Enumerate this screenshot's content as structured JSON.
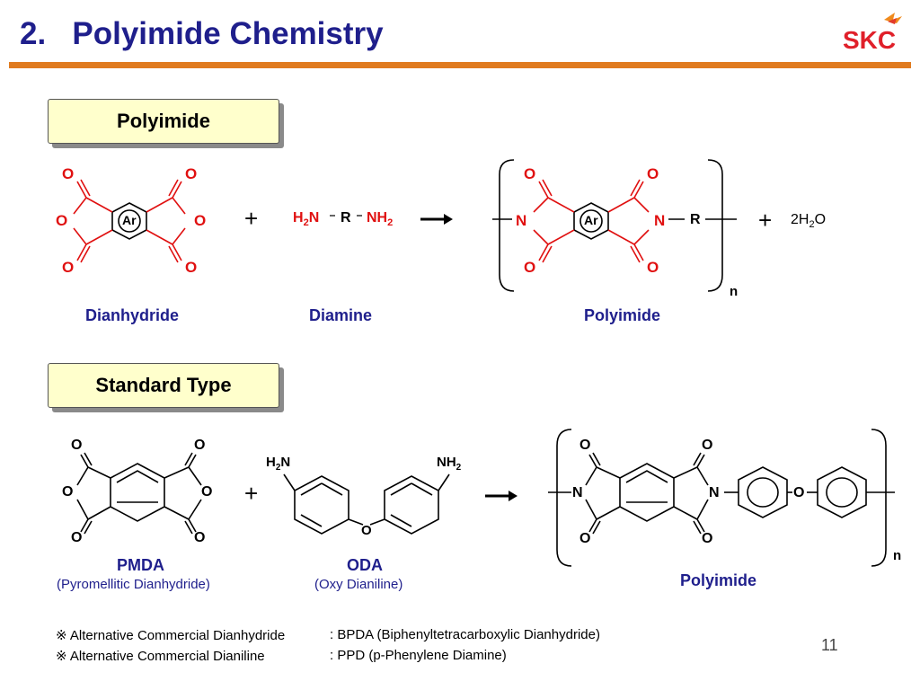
{
  "header": {
    "number": "2.",
    "title": "Polyimide Chemistry",
    "logo_text": "SKC",
    "accent_color": "#e07b1f",
    "title_color": "#1f1f8c"
  },
  "section1": {
    "box_label": "Polyimide",
    "reactant1_label": "Dianhydride",
    "reactant2_label": "Diamine",
    "product_label": "Polyimide",
    "plus1": "+",
    "plus2": "+",
    "byproduct": [
      "2H",
      "2",
      "O"
    ],
    "diamine": [
      "H",
      "2",
      "N",
      "R",
      "NH",
      "2"
    ],
    "atoms": {
      "O": "O",
      "N": "N",
      "Ar": "Ar",
      "R": "R",
      "n": "n"
    }
  },
  "section2": {
    "box_label": "Standard Type",
    "reactant1_label": "PMDA",
    "reactant1_sub": "(Pyromellitic Dianhydride)",
    "reactant2_label": "ODA",
    "reactant2_sub": "(Oxy Dianiline)",
    "product_label": "Polyimide",
    "plus": "+",
    "amine_left": [
      "H",
      "2",
      "N"
    ],
    "amine_right": [
      "NH",
      "2"
    ]
  },
  "notes": [
    {
      "prefix": "※ Alternative Commercial Dianhydride",
      "value": ": BPDA (Biphenyltetracarboxylic Dianhydride)"
    },
    {
      "prefix": "※ Alternative Commercial Dianiline",
      "value": ": PPD (p-Phenylene Diamine)"
    }
  ],
  "page_number": "11"
}
